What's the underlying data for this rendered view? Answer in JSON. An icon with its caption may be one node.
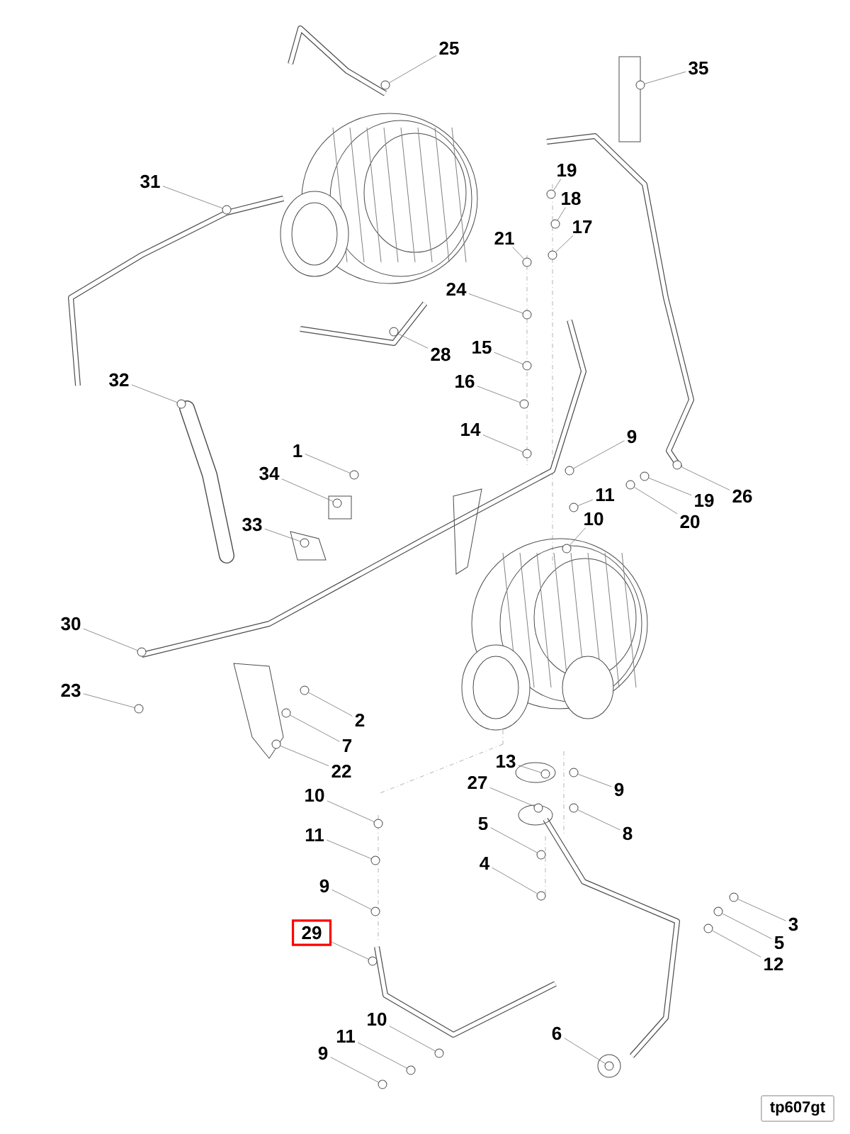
{
  "diagram": {
    "nodes": [
      {
        "text": [
          "25"
        ]
      },
      {
        "text": [
          "35"
        ]
      },
      {
        "text": [
          "19"
        ]
      },
      {
        "text": [
          "31"
        ]
      },
      {
        "text": [
          "18"
        ]
      },
      {
        "text": [
          "17"
        ]
      },
      {
        "text": [
          "21"
        ]
      },
      {
        "text": [
          "24"
        ]
      },
      {
        "text": [
          "15"
        ]
      },
      {
        "text": [
          "28"
        ]
      },
      {
        "text": [
          "32"
        ]
      },
      {
        "text": [
          "16"
        ]
      },
      {
        "text": [
          "14"
        ]
      },
      {
        "text": [
          "9"
        ]
      },
      {
        "text": [
          "1"
        ]
      },
      {
        "text": [
          "34"
        ]
      },
      {
        "text": [
          "11"
        ]
      },
      {
        "text": [
          "26"
        ]
      },
      {
        "text": [
          "19"
        ]
      },
      {
        "text": [
          "20"
        ]
      },
      {
        "text": [
          "10"
        ]
      },
      {
        "text": [
          "33"
        ]
      },
      {
        "text": [
          "30"
        ]
      },
      {
        "text": [
          "23"
        ]
      },
      {
        "text": [
          "2"
        ]
      },
      {
        "text": [
          "7"
        ]
      },
      {
        "text": [
          "13"
        ]
      },
      {
        "text": [
          "22"
        ]
      },
      {
        "text": [
          "27"
        ]
      },
      {
        "text": [
          "9"
        ]
      },
      {
        "text": [
          "10"
        ]
      },
      {
        "text": [
          "5"
        ]
      },
      {
        "text": [
          "8"
        ]
      },
      {
        "text": [
          "11"
        ]
      },
      {
        "text": [
          "4"
        ]
      },
      {
        "text": [
          "9"
        ]
      },
      {
        "text": [
          "3"
        ]
      },
      {
        "text": [
          "29"
        ]
      },
      {
        "text": [
          "5"
        ]
      },
      {
        "text": [
          "12"
        ]
      },
      {
        "text": [
          "10"
        ]
      },
      {
        "text": [
          "6"
        ]
      },
      {
        "text": [
          "11"
        ]
      },
      {
        "text": [
          "9"
        ]
      },
      {
        "text": [],
        "shape": "circle"
      },
      {
        "text": [],
        "shape": "circle"
      },
      {
        "text": [],
        "shape": "circle"
      },
      {
        "text": [],
        "shape": "circle"
      },
      {
        "text": [],
        "shape": "circle"
      },
      {
        "text": [],
        "shape": "circle"
      },
      {
        "text": [],
        "shape": "circle"
      },
      {
        "text": [],
        "shape": "circle"
      },
      {
        "text": [],
        "shape": "circle"
      },
      {
        "text": [],
        "shape": "circle"
      },
      {
        "text": [],
        "shape": "circle"
      },
      {
        "text": [],
        "shape": "circle"
      },
      {
        "text": [],
        "shape": "circle"
      },
      {
        "text": [],
        "shape": "circle"
      },
      {
        "text": [],
        "shape": "circle"
      },
      {
        "text": [],
        "shape": "circle"
      },
      {
        "text": [],
        "shape": "circle"
      },
      {
        "text": [],
        "shape": "circle"
      },
      {
        "text": [],
        "shape": "circle"
      },
      {
        "text": [],
        "shape": "circle"
      },
      {
        "text": [],
        "shape": "circle"
      },
      {
        "text": [],
        "shape": "circle"
      },
      {
        "text": [],
        "shape": "circle"
      },
      {
        "text": [],
        "shape": "circle"
      },
      {
        "text": [],
        "shape": "circle"
      },
      {
        "text": [],
        "shape": "circle"
      },
      {
        "text": [],
        "shape": "circle"
      },
      {
        "text": [],
        "shape": "circle"
      },
      {
        "text": [],
        "shape": "circle"
      },
      {
        "text": [],
        "shape": "circle"
      },
      {
        "text": [],
        "shape": "circle"
      },
      {
        "text": [],
        "shape": "circle"
      },
      {
        "text": [],
        "shape": "circle"
      },
      {
        "text": [],
        "shape": "circle"
      },
      {
        "text": [],
        "shape": "circle"
      },
      {
        "text": [],
        "shape": "circle"
      },
      {
        "text": [],
        "shape": "circle"
      },
      {
        "text": [],
        "shape": "circle"
      },
      {
        "text": [],
        "shape": "circle"
      },
      {
        "text": [],
        "shape": "circle"
      },
      {
        "text": [],
        "shape": "circle"
      },
      {
        "text": [],
        "shape": "circle"
      },
      {
        "text": [],
        "shape": "circle"
      },
      {
        "text": [],
        "shape": "circle"
      }
    ],
    "edges": [
      {
        "from": 0,
        "to": 44,
        "arrow": "none"
      },
      {
        "from": 1,
        "to": 45,
        "arrow": "none"
      },
      {
        "from": 2,
        "to": 46,
        "arrow": "none"
      },
      {
        "from": 3,
        "to": 47,
        "arrow": "none"
      },
      {
        "from": 4,
        "to": 48,
        "arrow": "none"
      },
      {
        "from": 5,
        "to": 49,
        "arrow": "none"
      },
      {
        "from": 6,
        "to": 50,
        "arrow": "none"
      },
      {
        "from": 7,
        "to": 51,
        "arrow": "none"
      },
      {
        "from": 8,
        "to": 52,
        "arrow": "none"
      },
      {
        "from": 9,
        "to": 53,
        "arrow": "none"
      },
      {
        "from": 10,
        "to": 54,
        "arrow": "none"
      },
      {
        "from": 11,
        "to": 55,
        "arrow": "none"
      },
      {
        "from": 12,
        "to": 56,
        "arrow": "none"
      },
      {
        "from": 13,
        "to": 57,
        "arrow": "none"
      },
      {
        "from": 14,
        "to": 58,
        "arrow": "none"
      },
      {
        "from": 15,
        "to": 59,
        "arrow": "none"
      },
      {
        "from": 16,
        "to": 60,
        "arrow": "none"
      },
      {
        "from": 17,
        "to": 61,
        "arrow": "none"
      },
      {
        "from": 18,
        "to": 62,
        "arrow": "none"
      },
      {
        "from": 19,
        "to": 63,
        "arrow": "none"
      },
      {
        "from": 20,
        "to": 64,
        "arrow": "none"
      },
      {
        "from": 21,
        "to": 65,
        "arrow": "none"
      },
      {
        "from": 22,
        "to": 66,
        "arrow": "none"
      },
      {
        "from": 23,
        "to": 67,
        "arrow": "none"
      },
      {
        "from": 24,
        "to": 68,
        "arrow": "none"
      },
      {
        "from": 25,
        "to": 69,
        "arrow": "none"
      },
      {
        "from": 26,
        "to": 70,
        "arrow": "none"
      },
      {
        "from": 27,
        "to": 71,
        "arrow": "none"
      },
      {
        "from": 28,
        "to": 72,
        "arrow": "none"
      },
      {
        "from": 29,
        "to": 73,
        "arrow": "none"
      },
      {
        "from": 30,
        "to": 74,
        "arrow": "none"
      },
      {
        "from": 31,
        "to": 75,
        "arrow": "none"
      },
      {
        "from": 32,
        "to": 76,
        "arrow": "none"
      },
      {
        "from": 33,
        "to": 77,
        "arrow": "none"
      },
      {
        "from": 34,
        "to": 78,
        "arrow": "none"
      },
      {
        "from": 35,
        "to": 79,
        "arrow": "none"
      },
      {
        "from": 36,
        "to": 80,
        "arrow": "none"
      },
      {
        "from": 37,
        "to": 81,
        "arrow": "none"
      },
      {
        "from": 38,
        "to": 82,
        "arrow": "none"
      },
      {
        "from": 39,
        "to": 83,
        "arrow": "none"
      },
      {
        "from": 40,
        "to": 84,
        "arrow": "none"
      },
      {
        "from": 41,
        "to": 85,
        "arrow": "none"
      },
      {
        "from": 42,
        "to": 86,
        "arrow": "none"
      },
      {
        "from": 43,
        "to": 87,
        "arrow": "none"
      }
    ],
    "labels": [
      "tp607gt"
    ]
  }
}
